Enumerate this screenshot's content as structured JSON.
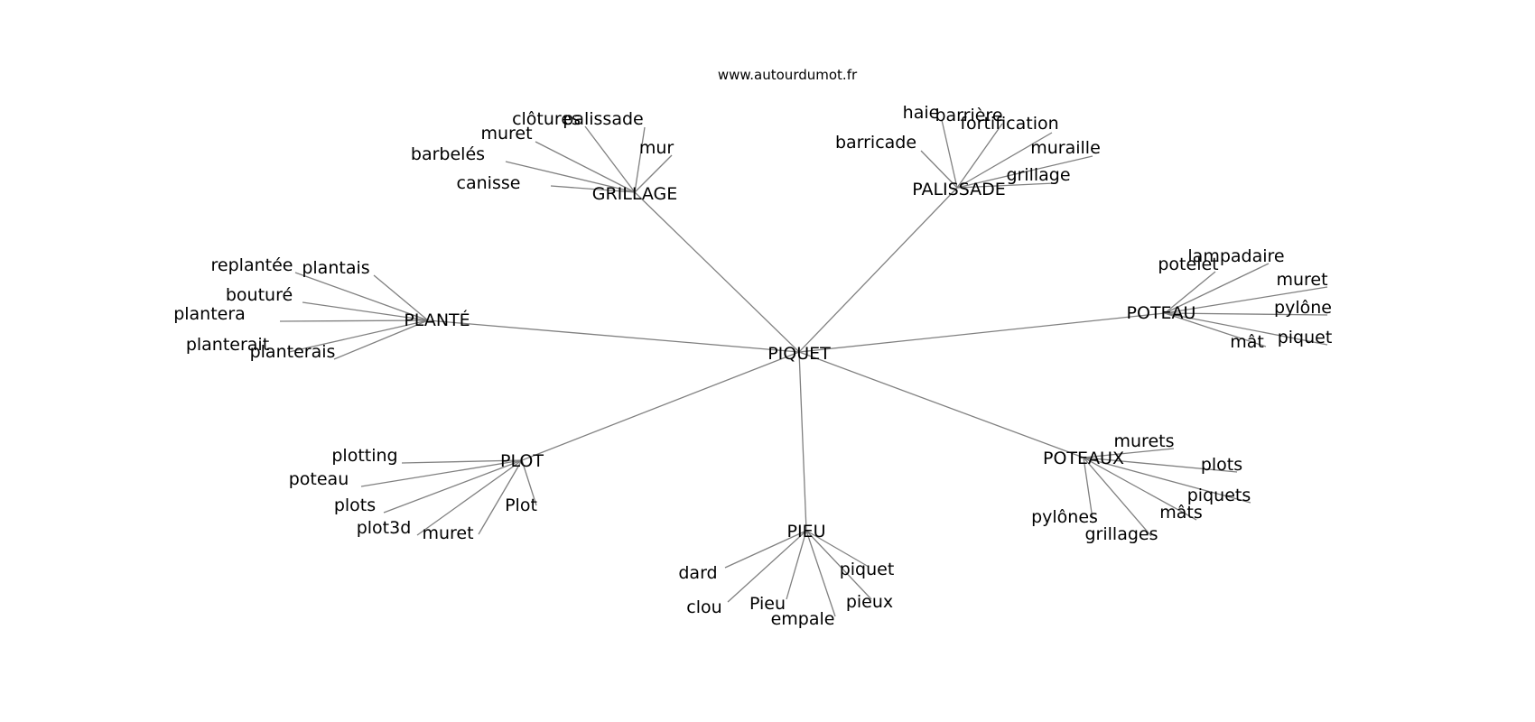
{
  "credit": "www.autourdumot.fr",
  "graph": {
    "center": "PIQUET",
    "groups": [
      {
        "hub": "GRILLAGE",
        "leaves": [
          "clôtures",
          "palissade",
          "muret",
          "mur",
          "barbelés",
          "canisse"
        ]
      },
      {
        "hub": "PALISSADE",
        "leaves": [
          "haie",
          "barrière",
          "fortification",
          "barricade",
          "muraille",
          "grillage"
        ]
      },
      {
        "hub": "PLANTÉ",
        "leaves": [
          "replantée",
          "plantais",
          "bouturé",
          "plantera",
          "planterait",
          "planterais"
        ]
      },
      {
        "hub": "POTEAU",
        "leaves": [
          "lampadaire",
          "potelet",
          "muret",
          "pylône",
          "piquet",
          "mât"
        ]
      },
      {
        "hub": "PLOT",
        "leaves": [
          "plotting",
          "poteau",
          "plots",
          "Plot",
          "plot3d",
          "muret"
        ]
      },
      {
        "hub": "POTEAUX",
        "leaves": [
          "murets",
          "plots",
          "piquets",
          "mâts",
          "pylônes",
          "grillages"
        ]
      },
      {
        "hub": "PIEU",
        "leaves": [
          "dard",
          "piquet",
          "clou",
          "pieux",
          "Pieu",
          "empale"
        ]
      }
    ]
  },
  "style": {
    "edge_color": "#808080",
    "text_color": "#000000",
    "background": "#ffffff"
  }
}
